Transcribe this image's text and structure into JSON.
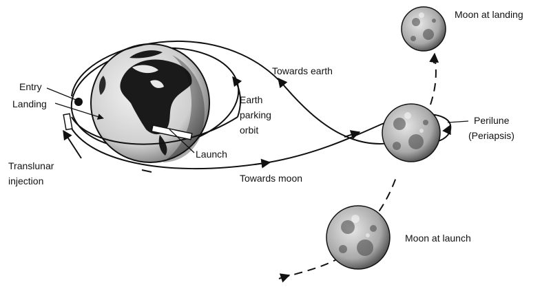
{
  "labels": {
    "moon_at_landing": "Moon at landing",
    "towards_earth": "Towards earth",
    "entry": "Entry",
    "landing": "Landing",
    "earth_parking_orbit_line1": "Earth",
    "earth_parking_orbit_line2": "parking",
    "earth_parking_orbit_line3": "orbit",
    "perilune": "Perilune",
    "periapsis": "(Periapsis)",
    "launch": "Launch",
    "translunar_line1": "Translunar",
    "translunar_line2": "injection",
    "towards_moon": "Towards moon",
    "moon_at_launch": "Moon at launch"
  }
}
